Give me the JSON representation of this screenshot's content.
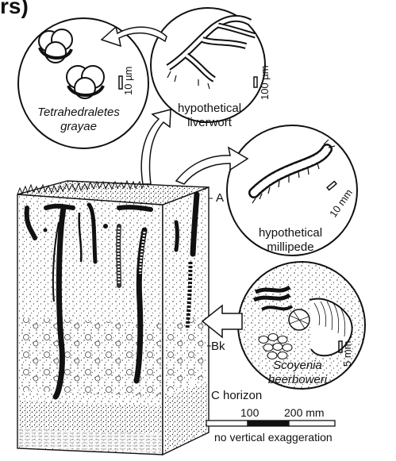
{
  "header_fragment": "rs)",
  "insets": {
    "pollen": {
      "name_line1": "Tetrahedraletes",
      "name_line2": "grayae",
      "scale": "10 µm"
    },
    "liverwort": {
      "name_line1": "hypothetical",
      "name_line2": "liverwort",
      "scale": "100 µm"
    },
    "millipede": {
      "name_line1": "hypothetical",
      "name_line2": "millipede",
      "scale": "10 mm"
    },
    "burrow": {
      "name_line1": "Scoyenia",
      "name_line2": "beerboweri",
      "scale": "5 mm"
    }
  },
  "horizons": {
    "a": "A",
    "bk": "Bk",
    "c": "C horizon"
  },
  "scale_bar": {
    "tick_100": "100",
    "tick_200": "200 mm",
    "note": "no vertical exaggeration"
  }
}
